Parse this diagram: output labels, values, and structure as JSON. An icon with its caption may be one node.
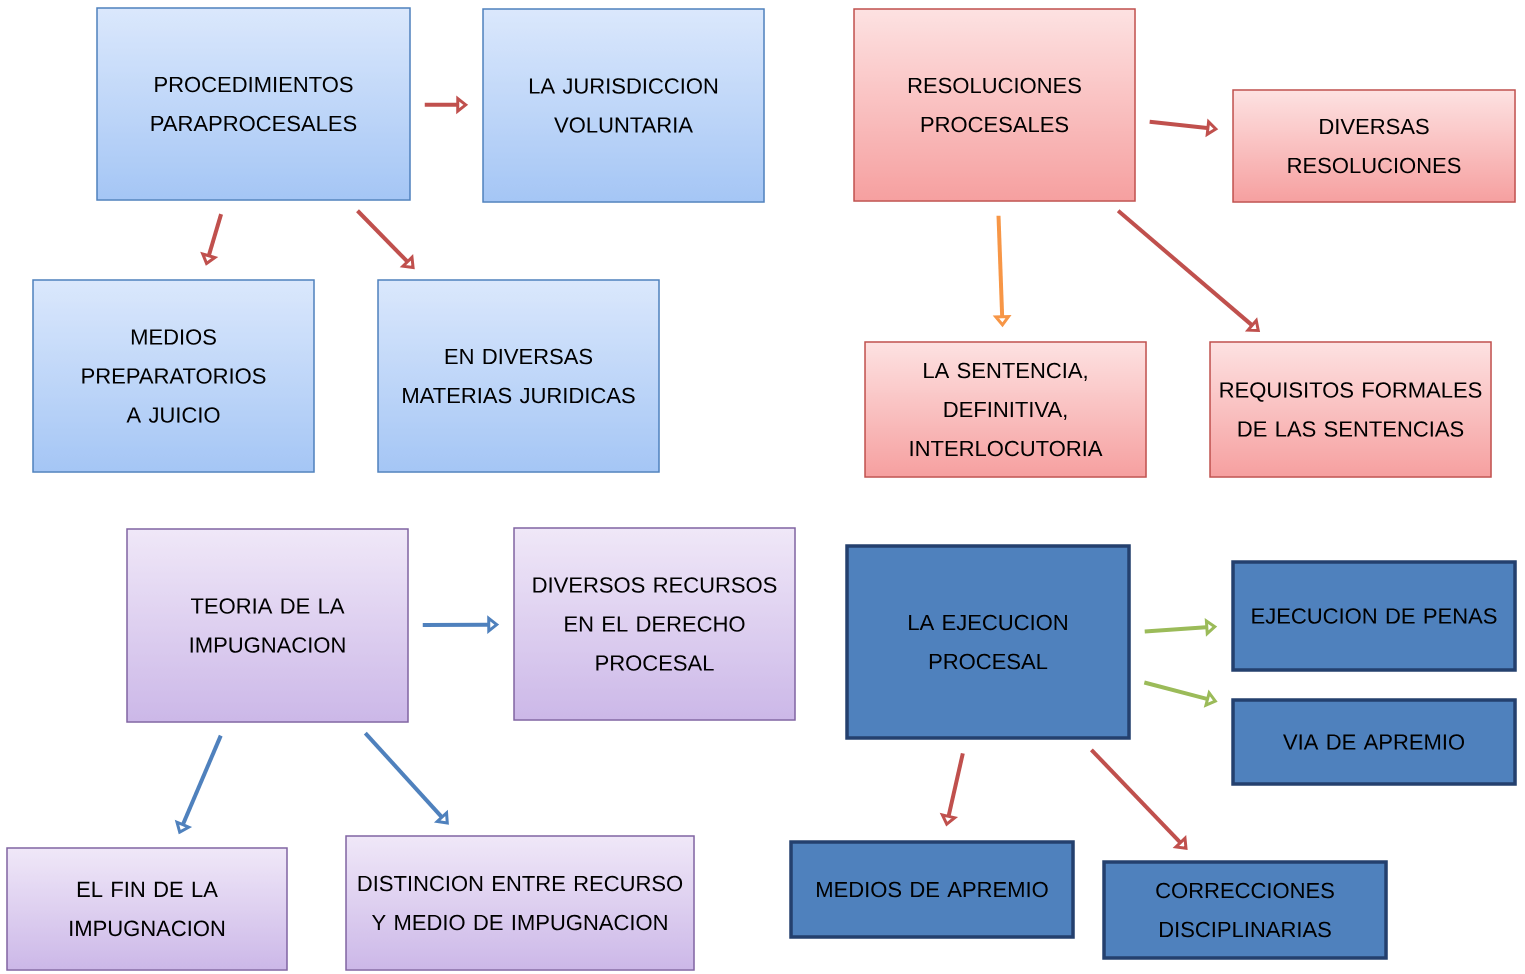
{
  "diagram": {
    "nodes": [
      {
        "text": [
          "PROCEDIMIENTOS PARAPROCESALES"
        ]
      },
      {
        "text": [
          "LA JURISDICCION VOLUNTARIA"
        ]
      },
      {
        "text": [
          "RESOLUCIONES PROCESALES"
        ]
      },
      {
        "text": [
          "DIVERSAS RESOLUCIONES"
        ]
      },
      {
        "text": [
          "MEDIOS PREPARATORIOS A JUICIO"
        ]
      },
      {
        "text": [
          "EN DIVERSAS MATERIAS JURIDICAS"
        ]
      },
      {
        "text": [
          "LA SENTENCIA, DEFINITIVA, INTERLOCUTORIA"
        ]
      },
      {
        "text": [
          "REQUISITOS FORMALES DE LAS SENTENCIAS"
        ]
      },
      {
        "text": [
          "TEORIA DE LA IMPUGNACION"
        ]
      },
      {
        "text": [
          "DIVERSOS RECURSOS EN EL DERECHO PROCESAL"
        ]
      },
      {
        "text": [
          "LA EJECUCION PROCESAL"
        ]
      },
      {
        "text": [
          "EJECUCION DE PENAS"
        ]
      },
      {
        "text": [
          "VIA DE APREMIO"
        ]
      },
      {
        "text": [
          "EL FIN DE LA IMPUGNACION"
        ]
      },
      {
        "text": [
          "DISTINCION ENTRE RECURSO Y MEDIO DE IMPUGNACION"
        ]
      },
      {
        "text": [
          "MEDIOS DE APREMIO"
        ]
      },
      {
        "text": [
          "CORRECCIONES DISCIPLINARIAS"
        ]
      }
    ],
    "edges": [
      {
        "from": 0,
        "to": 1,
        "arrow": "to"
      },
      {
        "from": 0,
        "to": 4,
        "arrow": "to"
      },
      {
        "from": 0,
        "to": 5,
        "arrow": "to"
      },
      {
        "from": 2,
        "to": 3,
        "arrow": "to"
      },
      {
        "from": 2,
        "to": 6,
        "arrow": "to",
        "color": "#f79646"
      },
      {
        "from": 2,
        "to": 7,
        "arrow": "to"
      },
      {
        "from": 8,
        "to": 9,
        "arrow": "to",
        "color": "#4f81bd"
      },
      {
        "from": 8,
        "to": 13,
        "arrow": "to",
        "color": "#4f81bd"
      },
      {
        "from": 8,
        "to": 14,
        "arrow": "to",
        "color": "#4f81bd"
      },
      {
        "from": 10,
        "to": 11,
        "arrow": "to",
        "color": "#9bbb59"
      },
      {
        "from": 10,
        "to": 12,
        "arrow": "to",
        "color": "#9bbb59"
      },
      {
        "from": 10,
        "to": 15,
        "arrow": "to"
      },
      {
        "from": 10,
        "to": 16,
        "arrow": "to"
      }
    ]
  }
}
